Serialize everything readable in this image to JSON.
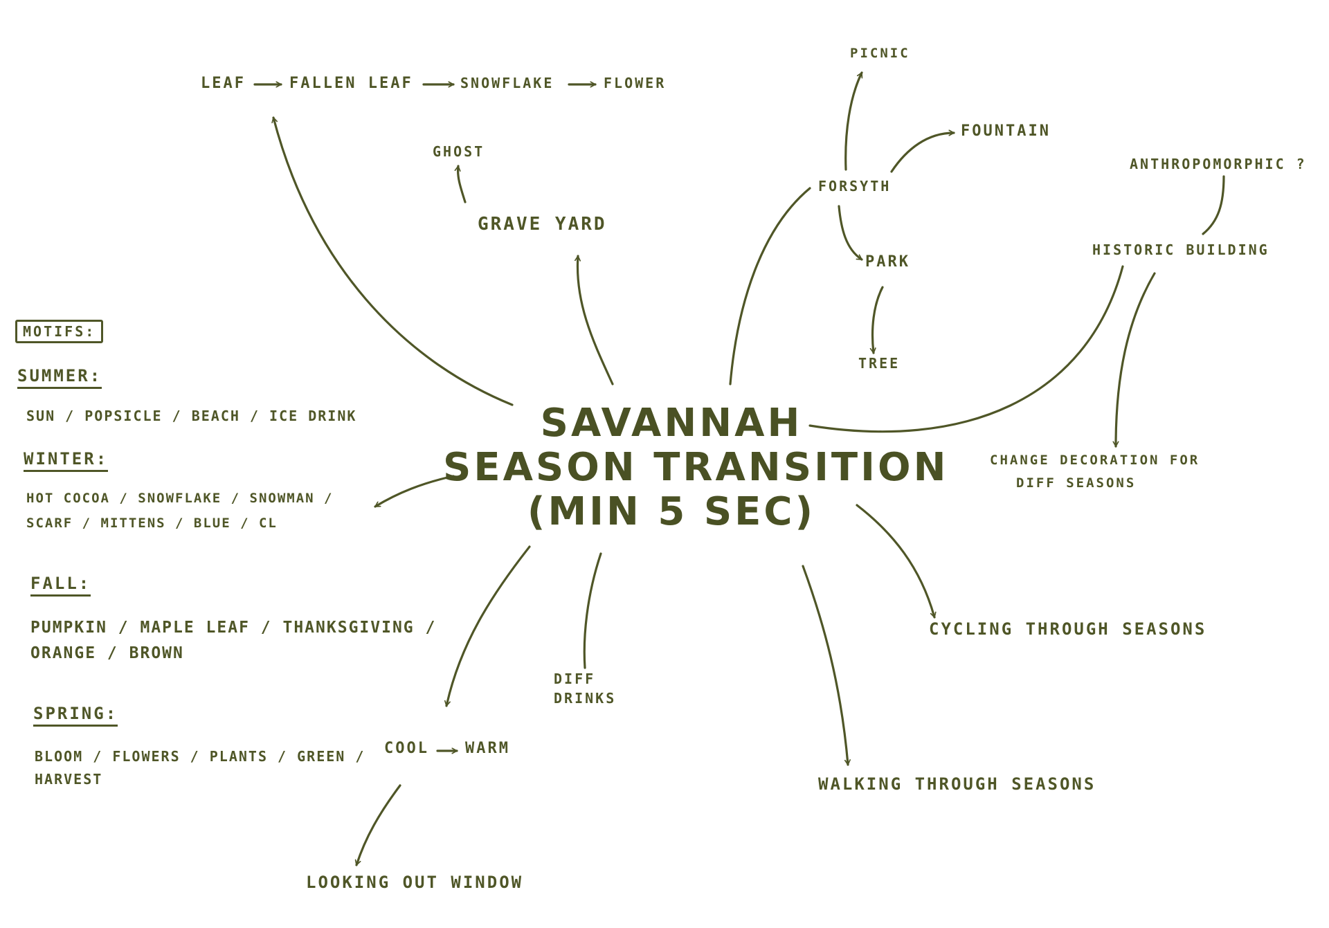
{
  "center": {
    "line1": "SAVANNAH",
    "line2": "SEASON TRANSITION",
    "line3": "(MIN 5 SEC)"
  },
  "chain": {
    "leaf": "LEAF",
    "fallen_leaf": "FALLEN LEAF",
    "snowflake": "SNOWFLAKE",
    "flower": "FLOWER"
  },
  "graveyard": {
    "label": "GRAVE YARD",
    "child": "GHOST"
  },
  "forsyth": {
    "label": "FORSYTH",
    "picnic": "PICNIC",
    "fountain": "FOUNTAIN",
    "park": "PARK",
    "tree": "TREE"
  },
  "historic": {
    "label": "HISTORIC BUILDING",
    "anthro": "ANTHROPOMORPHIC ?",
    "decoration_1": "CHANGE DECORATION FOR",
    "decoration_2": "DIFF SEASONS"
  },
  "cycling": "CYCLING THROUGH SEASONS",
  "walking": "WALKING THROUGH SEASONS",
  "drinks_1": "DIFF",
  "drinks_2": "DRINKS",
  "cool_warm": {
    "cool": "COOL",
    "warm": "WARM"
  },
  "window": "LOOKING OUT WINDOW",
  "motifs": {
    "heading": "MOTIFS:",
    "summer_label": "SUMMER:",
    "summer_items": "SUN / POPSICLE / BEACH / ICE DRINK",
    "winter_label": "WINTER:",
    "winter_items_1": "HOT COCOA / SNOWFLAKE / SNOWMAN /",
    "winter_items_2": "SCARF / MITTENS / BLUE / CL",
    "fall_label": "FALL:",
    "fall_items_1": "PUMPKIN / MAPLE LEAF / THANKSGIVING /",
    "fall_items_2": "ORANGE / BROWN",
    "spring_label": "SPRING:",
    "spring_items_1": "BLOOM / FLOWERS / PLANTS / GREEN /",
    "spring_items_2": "HARVEST"
  },
  "colors": {
    "ink": "#4f5627",
    "background": "#ffffff"
  }
}
